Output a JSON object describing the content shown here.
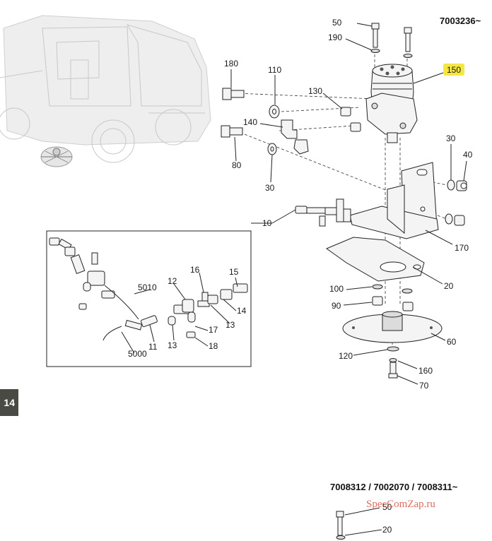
{
  "headers": {
    "top_right": "7003236~",
    "bottom": "7008312 / 7002070 / 7008311~"
  },
  "page_tab": "14",
  "watermark": "SpecComZap.ru",
  "highlight_color": "#f5e642",
  "callouts": {
    "c50": "50",
    "c190": "190",
    "c150": "150",
    "c180": "180",
    "c110": "110",
    "c130": "130",
    "c140": "140",
    "c80": "80",
    "c30a": "30",
    "c30b": "30",
    "c40": "40",
    "c10": "10",
    "c170": "170",
    "c20": "20",
    "c100": "100",
    "c90": "90",
    "c60": "60",
    "c120": "120",
    "c160": "160",
    "c70": "70",
    "i16": "16",
    "i15": "15",
    "i12": "12",
    "i5010": "5010",
    "i14": "14",
    "i13a": "13",
    "i13b": "13",
    "i11": "11",
    "i17": "17",
    "i18": "18",
    "i5000": "5000",
    "b50": "50",
    "b20": "20"
  }
}
